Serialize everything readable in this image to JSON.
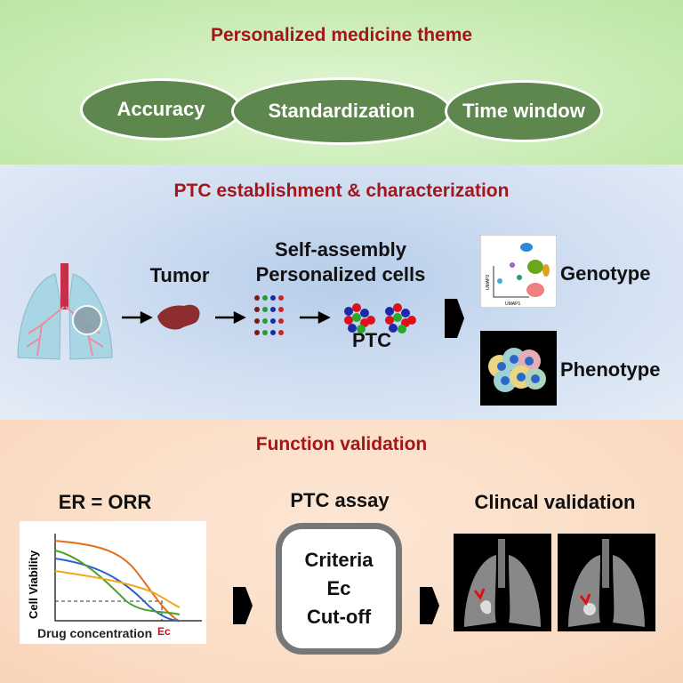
{
  "theme": {
    "title": "Personalized medicine theme",
    "items": [
      "Accuracy",
      "Standardization",
      "Time window"
    ]
  },
  "establishment": {
    "title": "PTC establishment & characterization",
    "tumor": "Tumor",
    "cells_line1": "Self-assembly",
    "cells_line2": "Personalized cells",
    "ptc": "PTC",
    "genotype": "Genotype",
    "phenotype": "Phenotype",
    "umap_x": "UMAP1",
    "umap_y": "UMAP2"
  },
  "validation": {
    "title": "Function validation",
    "er_orr": "ER = ORR",
    "chart_ylabel": "Cell Viability",
    "chart_xlabel": "Drug concentration",
    "chart_marker": "Ec",
    "assay_title": "PTC assay",
    "assay_items": [
      "Criteria",
      "Ec",
      "Cut-off"
    ],
    "clinical_title": "Clincal validation"
  },
  "colors": {
    "title_red": "#a3161b",
    "ellipse_green": "#5d874d"
  }
}
